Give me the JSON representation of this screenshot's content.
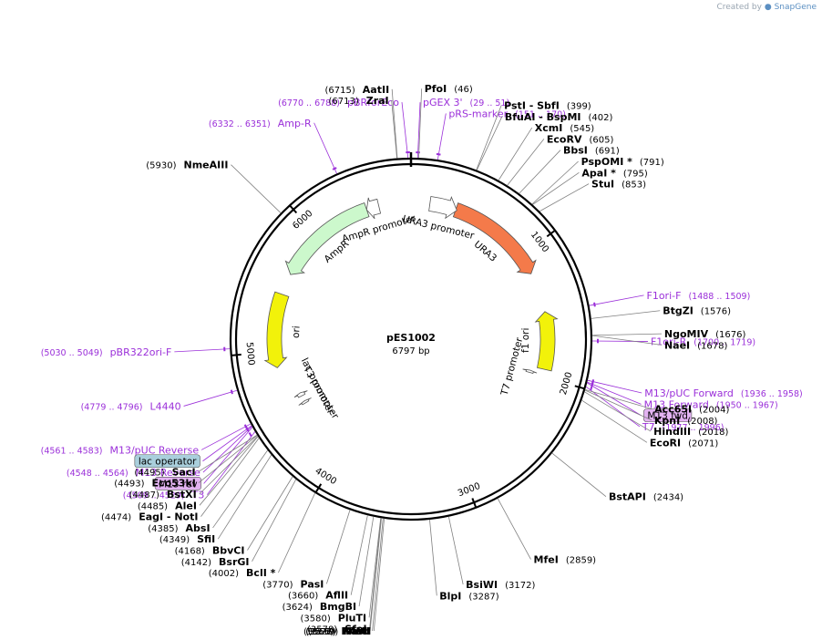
{
  "watermark": {
    "prefix": "Created by",
    "brand": "SnapGene"
  },
  "plasmid": {
    "name": "pES1002",
    "size_label": "6797 bp",
    "length": 6797
  },
  "ticks": [
    {
      "value": 1000,
      "label": "1000"
    },
    {
      "value": 2000,
      "label": "2000"
    },
    {
      "value": 3000,
      "label": "3000"
    },
    {
      "value": 4000,
      "label": "4000"
    },
    {
      "value": 5000,
      "label": "5000"
    },
    {
      "value": 6000,
      "label": "6000"
    }
  ],
  "sites": [
    {
      "name": "PfoI",
      "pos": "(46)",
      "bp": 46,
      "side": "R"
    },
    {
      "name": "PstI  - SbfI",
      "pos": "(399)",
      "bp": 399,
      "side": "R"
    },
    {
      "name": "BfuAI  - BspMI",
      "pos": "(402)",
      "bp": 402,
      "side": "R"
    },
    {
      "name": "XcmI",
      "pos": "(545)",
      "bp": 545,
      "side": "R"
    },
    {
      "name": "EcoRV",
      "pos": "(605)",
      "bp": 605,
      "side": "R"
    },
    {
      "name": "BbsI",
      "pos": "(691)",
      "bp": 691,
      "side": "R"
    },
    {
      "name": "PspOMI *",
      "pos": "(791)",
      "bp": 791,
      "side": "R"
    },
    {
      "name": "ApaI *",
      "pos": "(795)",
      "bp": 795,
      "side": "R"
    },
    {
      "name": "StuI",
      "pos": "(853)",
      "bp": 853,
      "side": "R"
    },
    {
      "name": "BtgZI",
      "pos": "(1576)",
      "bp": 1576,
      "side": "R"
    },
    {
      "name": "NgoMIV",
      "pos": "(1676)",
      "bp": 1676,
      "side": "R"
    },
    {
      "name": "NaeI",
      "pos": "(1678)",
      "bp": 1678,
      "side": "R"
    },
    {
      "name": "Acc65I",
      "pos": "(2004)",
      "bp": 2004,
      "side": "R"
    },
    {
      "name": "KpnI",
      "pos": "(2008)",
      "bp": 2008,
      "side": "R"
    },
    {
      "name": "HindIII",
      "pos": "(2018)",
      "bp": 2018,
      "side": "R"
    },
    {
      "name": "EcoRI",
      "pos": "(2071)",
      "bp": 2071,
      "side": "R"
    },
    {
      "name": "BstAPI",
      "pos": "(2434)",
      "bp": 2434,
      "side": "R"
    },
    {
      "name": "MfeI",
      "pos": "(2859)",
      "bp": 2859,
      "side": "R"
    },
    {
      "name": "BsiWI",
      "pos": "(3172)",
      "bp": 3172,
      "side": "R"
    },
    {
      "name": "BlpI",
      "pos": "(3287)",
      "bp": 3287,
      "side": "R"
    },
    {
      "name": "MscI",
      "pos": "(3559)",
      "bp": 3559,
      "side": "L"
    },
    {
      "name": "PflMI",
      "pos": "(3566)",
      "bp": 3566,
      "side": "L"
    },
    {
      "name": "KasI",
      "pos": "(3576)",
      "bp": 3576,
      "side": "L"
    },
    {
      "name": "NarI",
      "pos": "(3577)",
      "bp": 3577,
      "side": "L"
    },
    {
      "name": "SfoI",
      "pos": "(3578)",
      "bp": 3578,
      "side": "L"
    },
    {
      "name": "PluTI",
      "pos": "(3580)",
      "bp": 3580,
      "side": "L"
    },
    {
      "name": "BmgBI",
      "pos": "(3624)",
      "bp": 3624,
      "side": "L"
    },
    {
      "name": "AflII",
      "pos": "(3660)",
      "bp": 3660,
      "side": "L"
    },
    {
      "name": "PasI",
      "pos": "(3770)",
      "bp": 3770,
      "side": "L"
    },
    {
      "name": "BclI *",
      "pos": "(4002)",
      "bp": 4002,
      "side": "L"
    },
    {
      "name": "BsrGI",
      "pos": "(4142)",
      "bp": 4142,
      "side": "L"
    },
    {
      "name": "BbvCI",
      "pos": "(4168)",
      "bp": 4168,
      "side": "L"
    },
    {
      "name": "SfiI",
      "pos": "(4349)",
      "bp": 4349,
      "side": "L"
    },
    {
      "name": "AbsI",
      "pos": "(4385)",
      "bp": 4385,
      "side": "L"
    },
    {
      "name": "EagI  - NotI",
      "pos": "(4474)",
      "bp": 4474,
      "side": "L"
    },
    {
      "name": "AleI",
      "pos": "(4485)",
      "bp": 4485,
      "side": "L"
    },
    {
      "name": "BstXI",
      "pos": "(4487)",
      "bp": 4487,
      "side": "L"
    },
    {
      "name": "Eco53kI",
      "pos": "(4493)",
      "bp": 4493,
      "side": "L"
    },
    {
      "name": "SacI",
      "pos": "(4495)",
      "bp": 4495,
      "side": "L"
    },
    {
      "name": "NmeAIII",
      "pos": "(5930)",
      "bp": 5930,
      "side": "L"
    },
    {
      "name": "ZraI",
      "pos": "(6713)",
      "bp": 6713,
      "side": "L"
    },
    {
      "name": "AatII",
      "pos": "(6715)",
      "bp": 6715,
      "side": "L"
    }
  ],
  "primers": [
    {
      "name": "pBRforEco",
      "pos": "(6770 .. 6788)",
      "bp": 6779,
      "side": "L",
      "boxed": false
    },
    {
      "name": "Amp-R",
      "pos": "(6332 .. 6351)",
      "bp": 6341,
      "side": "L",
      "boxed": false
    },
    {
      "name": "pGEX 3'",
      "pos": "(29 .. 51)",
      "bp": 40,
      "side": "R",
      "boxed": false
    },
    {
      "name": "pRS-marker",
      "pos": "(151 .. 170)",
      "bp": 160,
      "side": "R",
      "boxed": false
    },
    {
      "name": "F1ori-F",
      "pos": "(1488 .. 1509)",
      "bp": 1498,
      "side": "R",
      "boxed": false
    },
    {
      "name": "F1ori-R",
      "pos": "(1700 .. 1719)",
      "bp": 1710,
      "side": "R",
      "boxed": false
    },
    {
      "name": "M13/pUC Forward",
      "pos": "(1936 .. 1958)",
      "bp": 1947,
      "side": "R",
      "boxed": false
    },
    {
      "name": "M13 Forward",
      "pos": "(1950 .. 1967)",
      "bp": 1958,
      "side": "R",
      "boxed": false
    },
    {
      "name": "M13 fwd",
      "pos": "",
      "bp": 1962,
      "side": "R",
      "boxed": true,
      "box_color": "#e3b3f2"
    },
    {
      "name": "T7",
      "pos": "(1977 .. 1996)",
      "bp": 1986,
      "side": "R",
      "boxed": false
    },
    {
      "name": "pBR322ori-F",
      "pos": "(5030 .. 5049)",
      "bp": 5040,
      "side": "L",
      "boxed": false
    },
    {
      "name": "L4440",
      "pos": "(4779 .. 4796)",
      "bp": 4788,
      "side": "L",
      "boxed": false
    },
    {
      "name": "M13/pUC Reverse",
      "pos": "(4561 .. 4583)",
      "bp": 4572,
      "side": "L",
      "boxed": false
    },
    {
      "name": "lac operator",
      "pos": "",
      "bp": 4560,
      "side": "L",
      "boxed": true,
      "box_color": "#a9cfdc"
    },
    {
      "name": "M13 Reverse",
      "pos": "(4548 .. 4564)",
      "bp": 4556,
      "side": "L",
      "boxed": false
    },
    {
      "name": "M13 rev",
      "pos": "",
      "bp": 4550,
      "side": "L",
      "boxed": true,
      "box_color": "#e3b3f2"
    },
    {
      "name": "T3",
      "pos": "(4509 .. 4529)",
      "bp": 4519,
      "side": "L",
      "boxed": false
    }
  ],
  "features": [
    {
      "name": "URA3",
      "start": 360,
      "end": 1160,
      "color": "#f47a4a",
      "direction": 1,
      "ring": 0
    },
    {
      "name": "URA3 promoter",
      "start": 150,
      "end": 370,
      "color": "#ffffff",
      "direction": 1,
      "ring": 0
    },
    {
      "name": "f1 ori",
      "start": 1480,
      "end": 1940,
      "color": "#f2f20a",
      "direction": -1,
      "ring": 0
    },
    {
      "name": "T7 promoter",
      "start": 1975,
      "end": 1995,
      "color": "#ffffff",
      "direction": -1,
      "ring": 0
    },
    {
      "name": "lac promoter",
      "start": 4580,
      "end": 4610,
      "color": "#ffffff",
      "direction": 1,
      "ring": 0
    },
    {
      "name": "T3 promoter",
      "start": 4510,
      "end": 4530,
      "color": "#ffffff",
      "direction": 1,
      "ring": 0
    },
    {
      "name": "ori",
      "start": 4870,
      "end": 5460,
      "color": "#f2f20a",
      "direction": -1,
      "ring": 0
    },
    {
      "name": "AmpR",
      "start": 5630,
      "end": 6440,
      "color": "#ccf8cc",
      "direction": -1,
      "ring": 0
    },
    {
      "name": "AmpR promoter",
      "start": 6440,
      "end": 6540,
      "color": "#ffffff",
      "direction": -1,
      "ring": 0
    }
  ]
}
